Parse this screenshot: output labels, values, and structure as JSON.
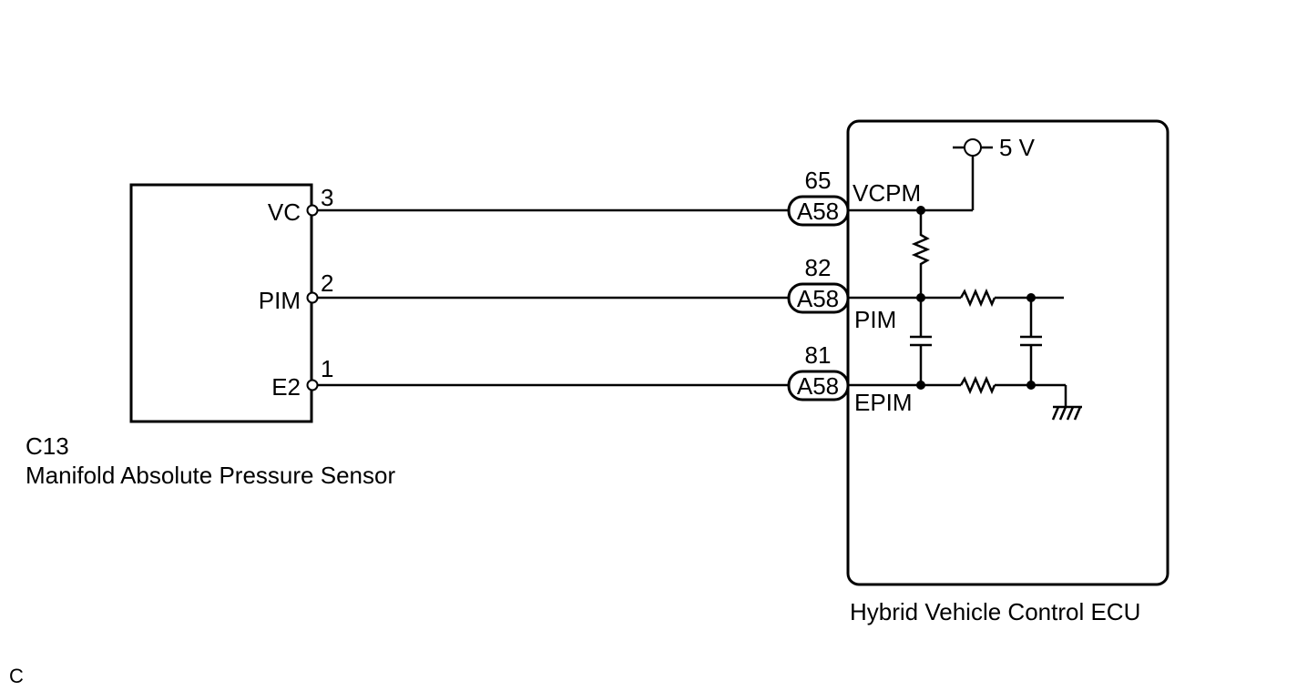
{
  "sensor": {
    "code": "C13",
    "name": "Manifold Absolute Pressure Sensor",
    "pins": [
      {
        "label": "VC",
        "number": "3"
      },
      {
        "label": "PIM",
        "number": "2"
      },
      {
        "label": "E2",
        "number": "1"
      }
    ]
  },
  "ecu": {
    "name": "Hybrid Vehicle Control ECU",
    "supply": "5 V",
    "terminals": [
      {
        "connector": "A58",
        "pin": "65",
        "signal": "VCPM"
      },
      {
        "connector": "A58",
        "pin": "82",
        "signal": "PIM"
      },
      {
        "connector": "A58",
        "pin": "81",
        "signal": "EPIM"
      }
    ]
  },
  "footer_code": "C"
}
